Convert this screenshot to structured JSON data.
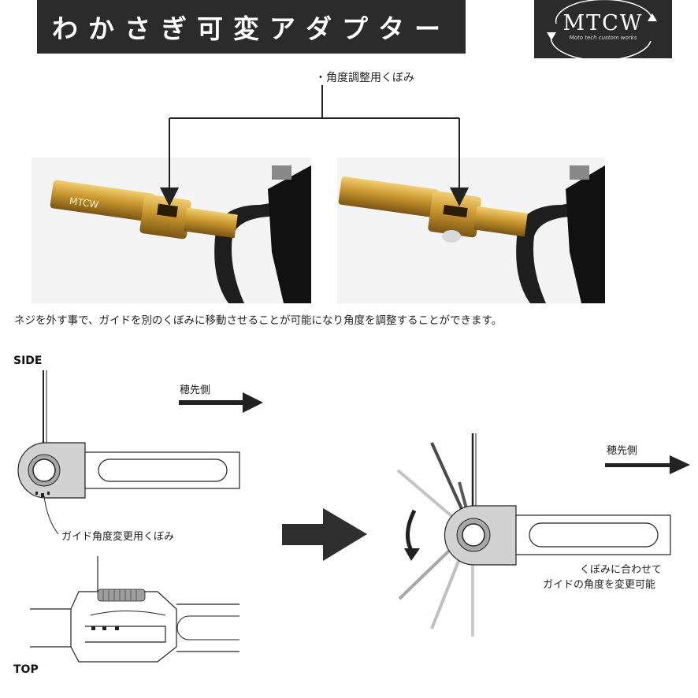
{
  "title": "わかさぎ可変アダプター",
  "logo": {
    "name": "MTCW",
    "tagline": "Moto tech custom works"
  },
  "callout_label": "・角度調整用くぼみ",
  "description": "ネジを外す事で、ガイドを別のくぼみに移動させることが可能になり角度を調整することができます。",
  "side_label": "SIDE",
  "top_label": "TOP",
  "tip_direction_left": "穂先側",
  "tip_direction_right": "穂先側",
  "notch_label": "ガイド角度変更用くぼみ",
  "adjust_note": {
    "line1": "くぼみに合わせて",
    "line2": "ガイドの角度を変更可能"
  },
  "colors": {
    "banner": "#2b2b2b",
    "gold": "#c9962e",
    "gold_light": "#e8bf5a",
    "dark": "#1e1e1e",
    "arrow": "#2e2e2e"
  },
  "icons": [
    "logo-arrow-circle-icon",
    "down-arrow-icon",
    "right-arrow-icon",
    "curved-arrow-icon",
    "big-right-arrow-icon"
  ]
}
